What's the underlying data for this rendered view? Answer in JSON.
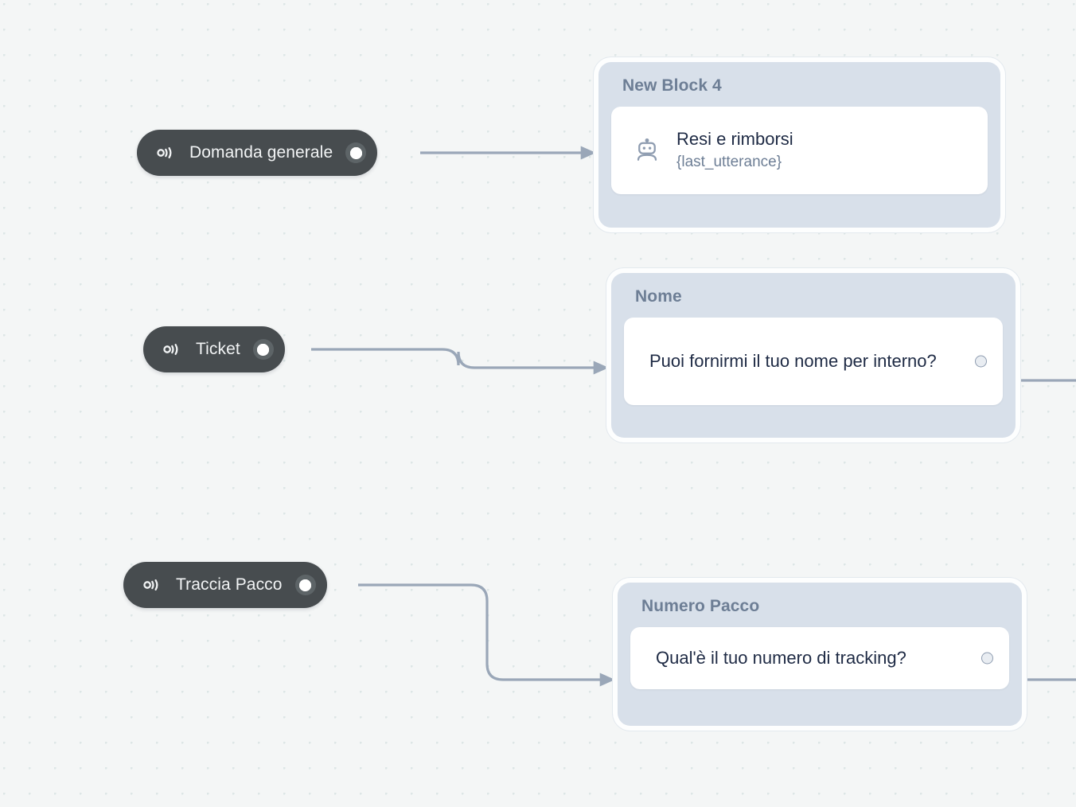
{
  "canvas": {
    "background_color": "#f4f6f6",
    "dot_color": "#dde6e6"
  },
  "theme": {
    "pill_bg": "#474c4f",
    "pill_text": "#f2f4f5",
    "block_bg": "#d8e0ea",
    "block_title": "#6d7e95",
    "card_bg": "#ffffff",
    "card_text": "#1e2a44",
    "card_subtext": "#6d7e95",
    "wire": "#9aa7b8"
  },
  "intents": [
    {
      "id": "domanda-generale",
      "label": "Domanda generale",
      "icon": "intent-wave-icon",
      "port": "output-port"
    },
    {
      "id": "ticket",
      "label": "Ticket",
      "icon": "intent-wave-icon",
      "port": "output-port"
    },
    {
      "id": "traccia-pacco",
      "label": "Traccia Pacco",
      "icon": "intent-wave-icon",
      "port": "output-port"
    }
  ],
  "blocks": [
    {
      "id": "new-block-4",
      "title": "New Block 4",
      "card": {
        "icon": "robot-icon",
        "title": "Resi e rimborsi",
        "subtitle": "{last_utterance}",
        "has_output_port": false
      }
    },
    {
      "id": "nome",
      "title": "Nome",
      "card": {
        "message": "Puoi fornirmi il tuo nome per interno?",
        "has_output_port": true
      }
    },
    {
      "id": "numero-pacco",
      "title": "Numero Pacco",
      "card": {
        "message": "Qual'è il tuo numero di tracking?",
        "has_output_port": true
      }
    }
  ],
  "connections": [
    {
      "id": "domanda-to-newblock4",
      "from": "domanda-generale",
      "to": "new-block-4",
      "style": "straight"
    },
    {
      "id": "ticket-to-nome",
      "from": "ticket",
      "to": "nome",
      "style": "step-down"
    },
    {
      "id": "traccia-to-numero",
      "from": "traccia-pacco",
      "to": "numero-pacco",
      "style": "step-down"
    },
    {
      "id": "nome-out",
      "from": "nome",
      "to": "offscreen",
      "style": "straight"
    },
    {
      "id": "numero-out",
      "from": "numero-pacco",
      "to": "offscreen",
      "style": "straight"
    }
  ]
}
